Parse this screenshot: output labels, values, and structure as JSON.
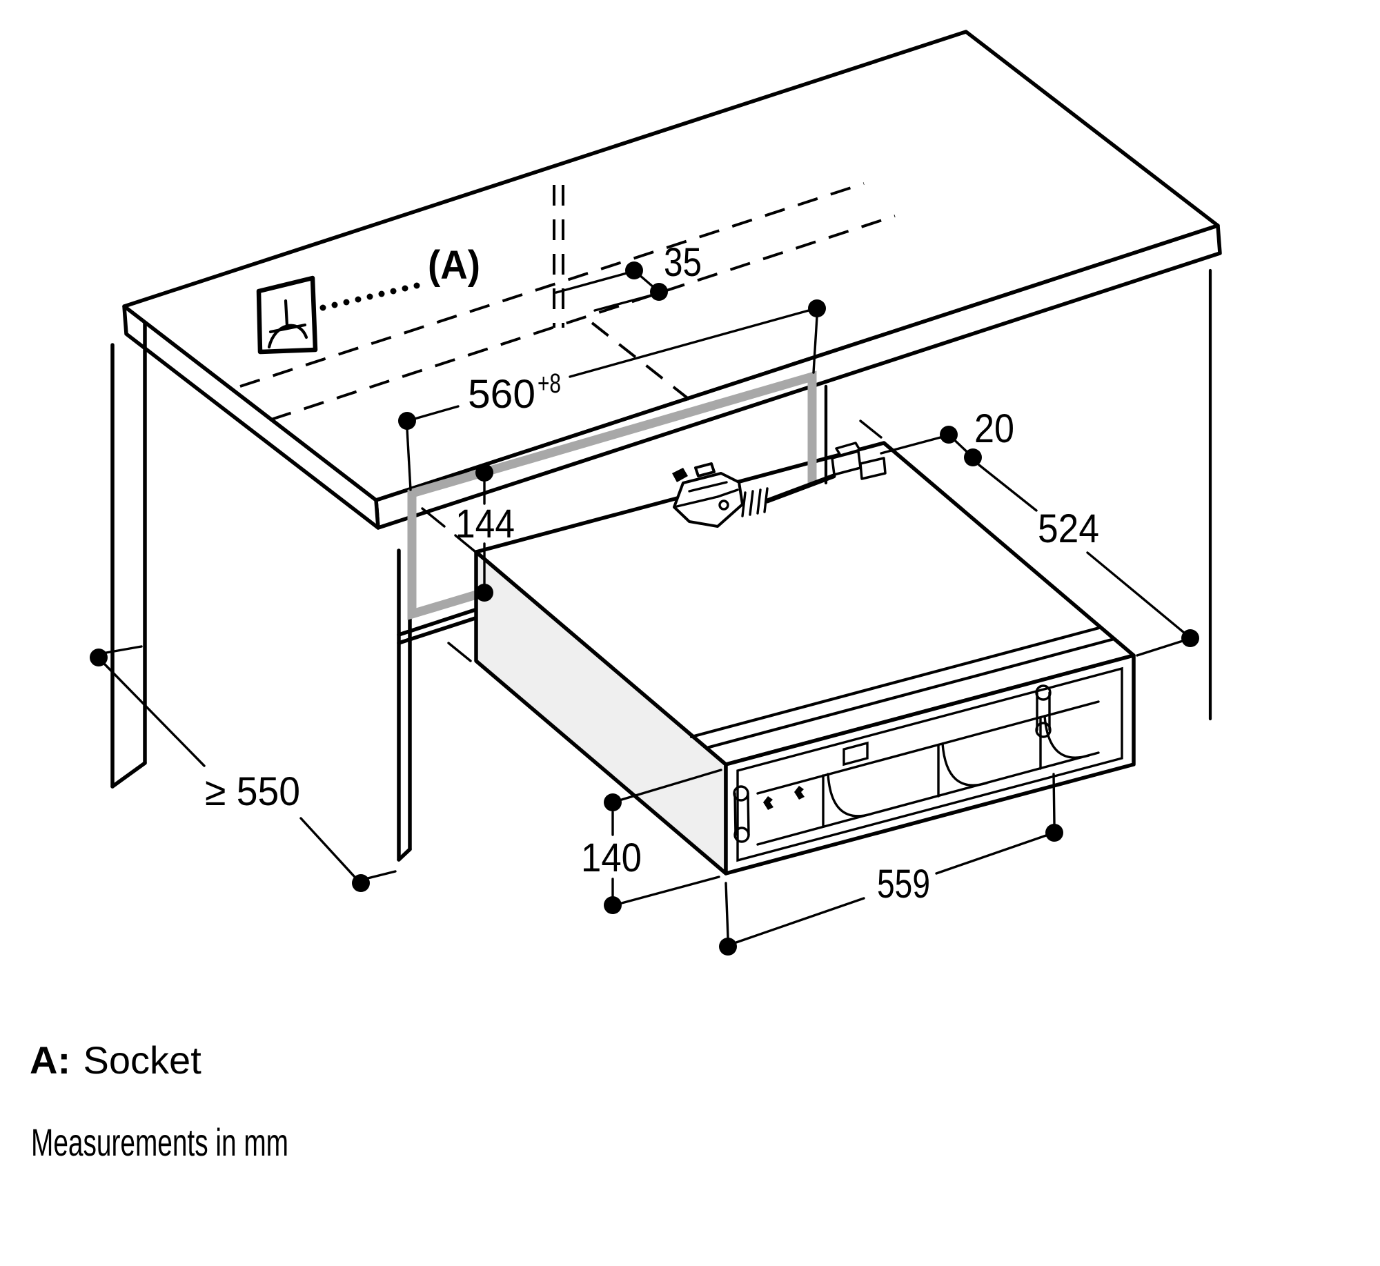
{
  "diagram": {
    "callouts": {
      "socket": "(A)"
    },
    "dimensions": {
      "socket_offset": "35",
      "niche_width": "560",
      "niche_width_tol": "+8",
      "niche_height": "144",
      "cable_clearance": "20",
      "appliance_depth": "524",
      "cabinet_depth": "≥ 550",
      "appliance_height": "140",
      "appliance_width": "559"
    },
    "colors": {
      "line": "#000000",
      "niche_outline": "#a8a8a8",
      "side_shade": "#efefef",
      "background": "#ffffff"
    }
  },
  "legend": {
    "socket_key": "A:",
    "socket_value": "Socket",
    "units_note": "Measurements in mm"
  }
}
